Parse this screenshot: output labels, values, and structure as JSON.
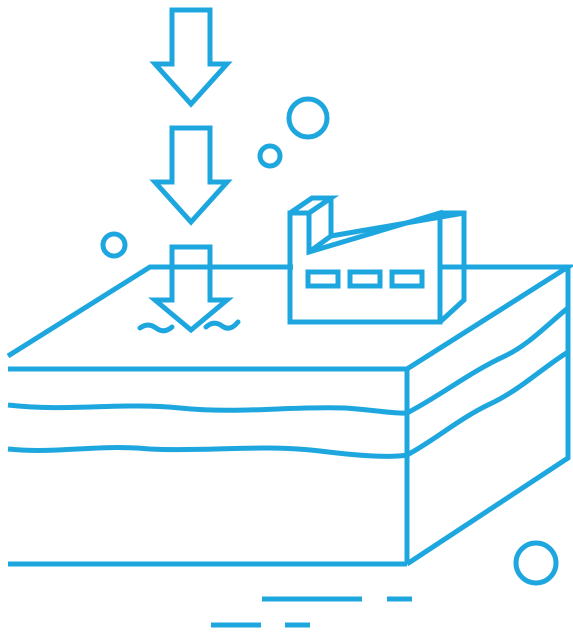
{
  "illustration": {
    "colors": {
      "stroke": "#1ea7df",
      "background": "#ffffff"
    },
    "icons": [
      "down-arrow-icon",
      "factory-icon",
      "ground-layers-icon",
      "bubble-icon"
    ],
    "arrow_count": 3,
    "bubble_count": 4,
    "factory_window_count": 3,
    "ground_layer_count": 2
  }
}
